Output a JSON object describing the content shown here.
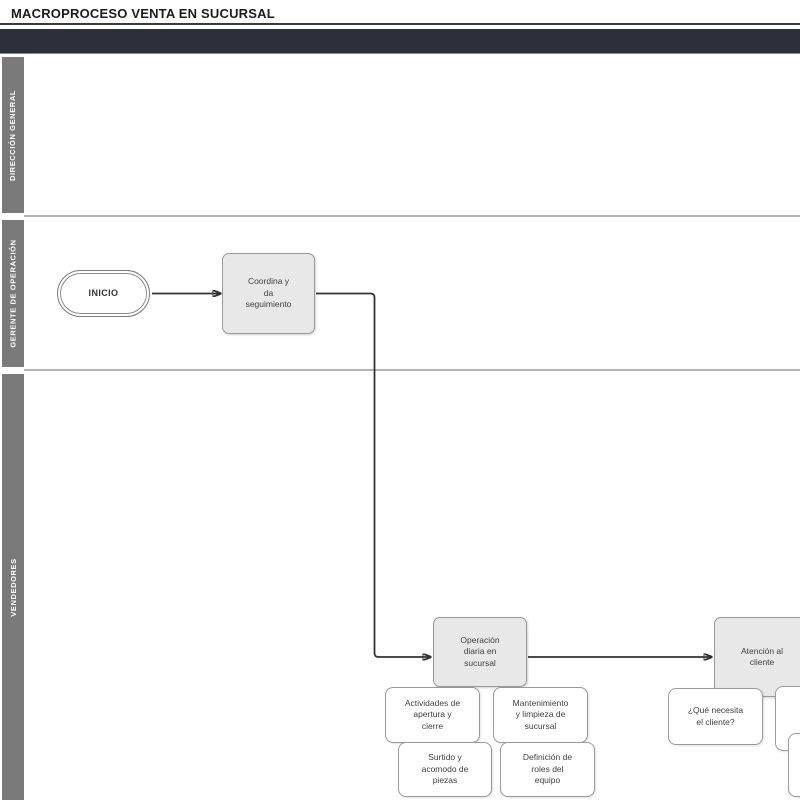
{
  "title": "MACROPROCESO VENTA EN SUCURSAL",
  "colors": {
    "pool_header_bar": "#2b303a",
    "lane_label_bg": "#7a7a7a",
    "lane_label_text": "#ffffff",
    "process_fill": "#e8e8e8",
    "node_border": "#9a9a9a",
    "detail_fill": "#ffffff",
    "connector": "#333333",
    "lane_divider": "#b3b3b3"
  },
  "lanes": [
    {
      "label": "DIRECCIÓN GENERAL"
    },
    {
      "label": "GERENTE DE OPERACIÓN"
    },
    {
      "label": "VENDEDORES"
    }
  ],
  "nodes": {
    "inicio": {
      "label": "INICIO",
      "type": "terminator"
    },
    "coordina": {
      "label": "Coordina y\nda\nseguimiento",
      "type": "process"
    },
    "operacion": {
      "label": "Operación\ndiaria en\nsucursal",
      "type": "process"
    },
    "atencion": {
      "label": "Atención al\ncliente",
      "type": "process"
    },
    "actividades": {
      "label": "Actividades de\napertura y\ncierre",
      "type": "detail"
    },
    "mantenimiento": {
      "label": "Mantenimiento\ny limpieza de\nsucursal",
      "type": "detail"
    },
    "surtido": {
      "label": "Surtido y\nacomodo de\npiezas",
      "type": "detail"
    },
    "definicion": {
      "label": "Definición de\nroles del\nequipo",
      "type": "detail"
    },
    "que_necesita": {
      "label": "¿Qué necesita\nel cliente?",
      "type": "detail"
    }
  }
}
